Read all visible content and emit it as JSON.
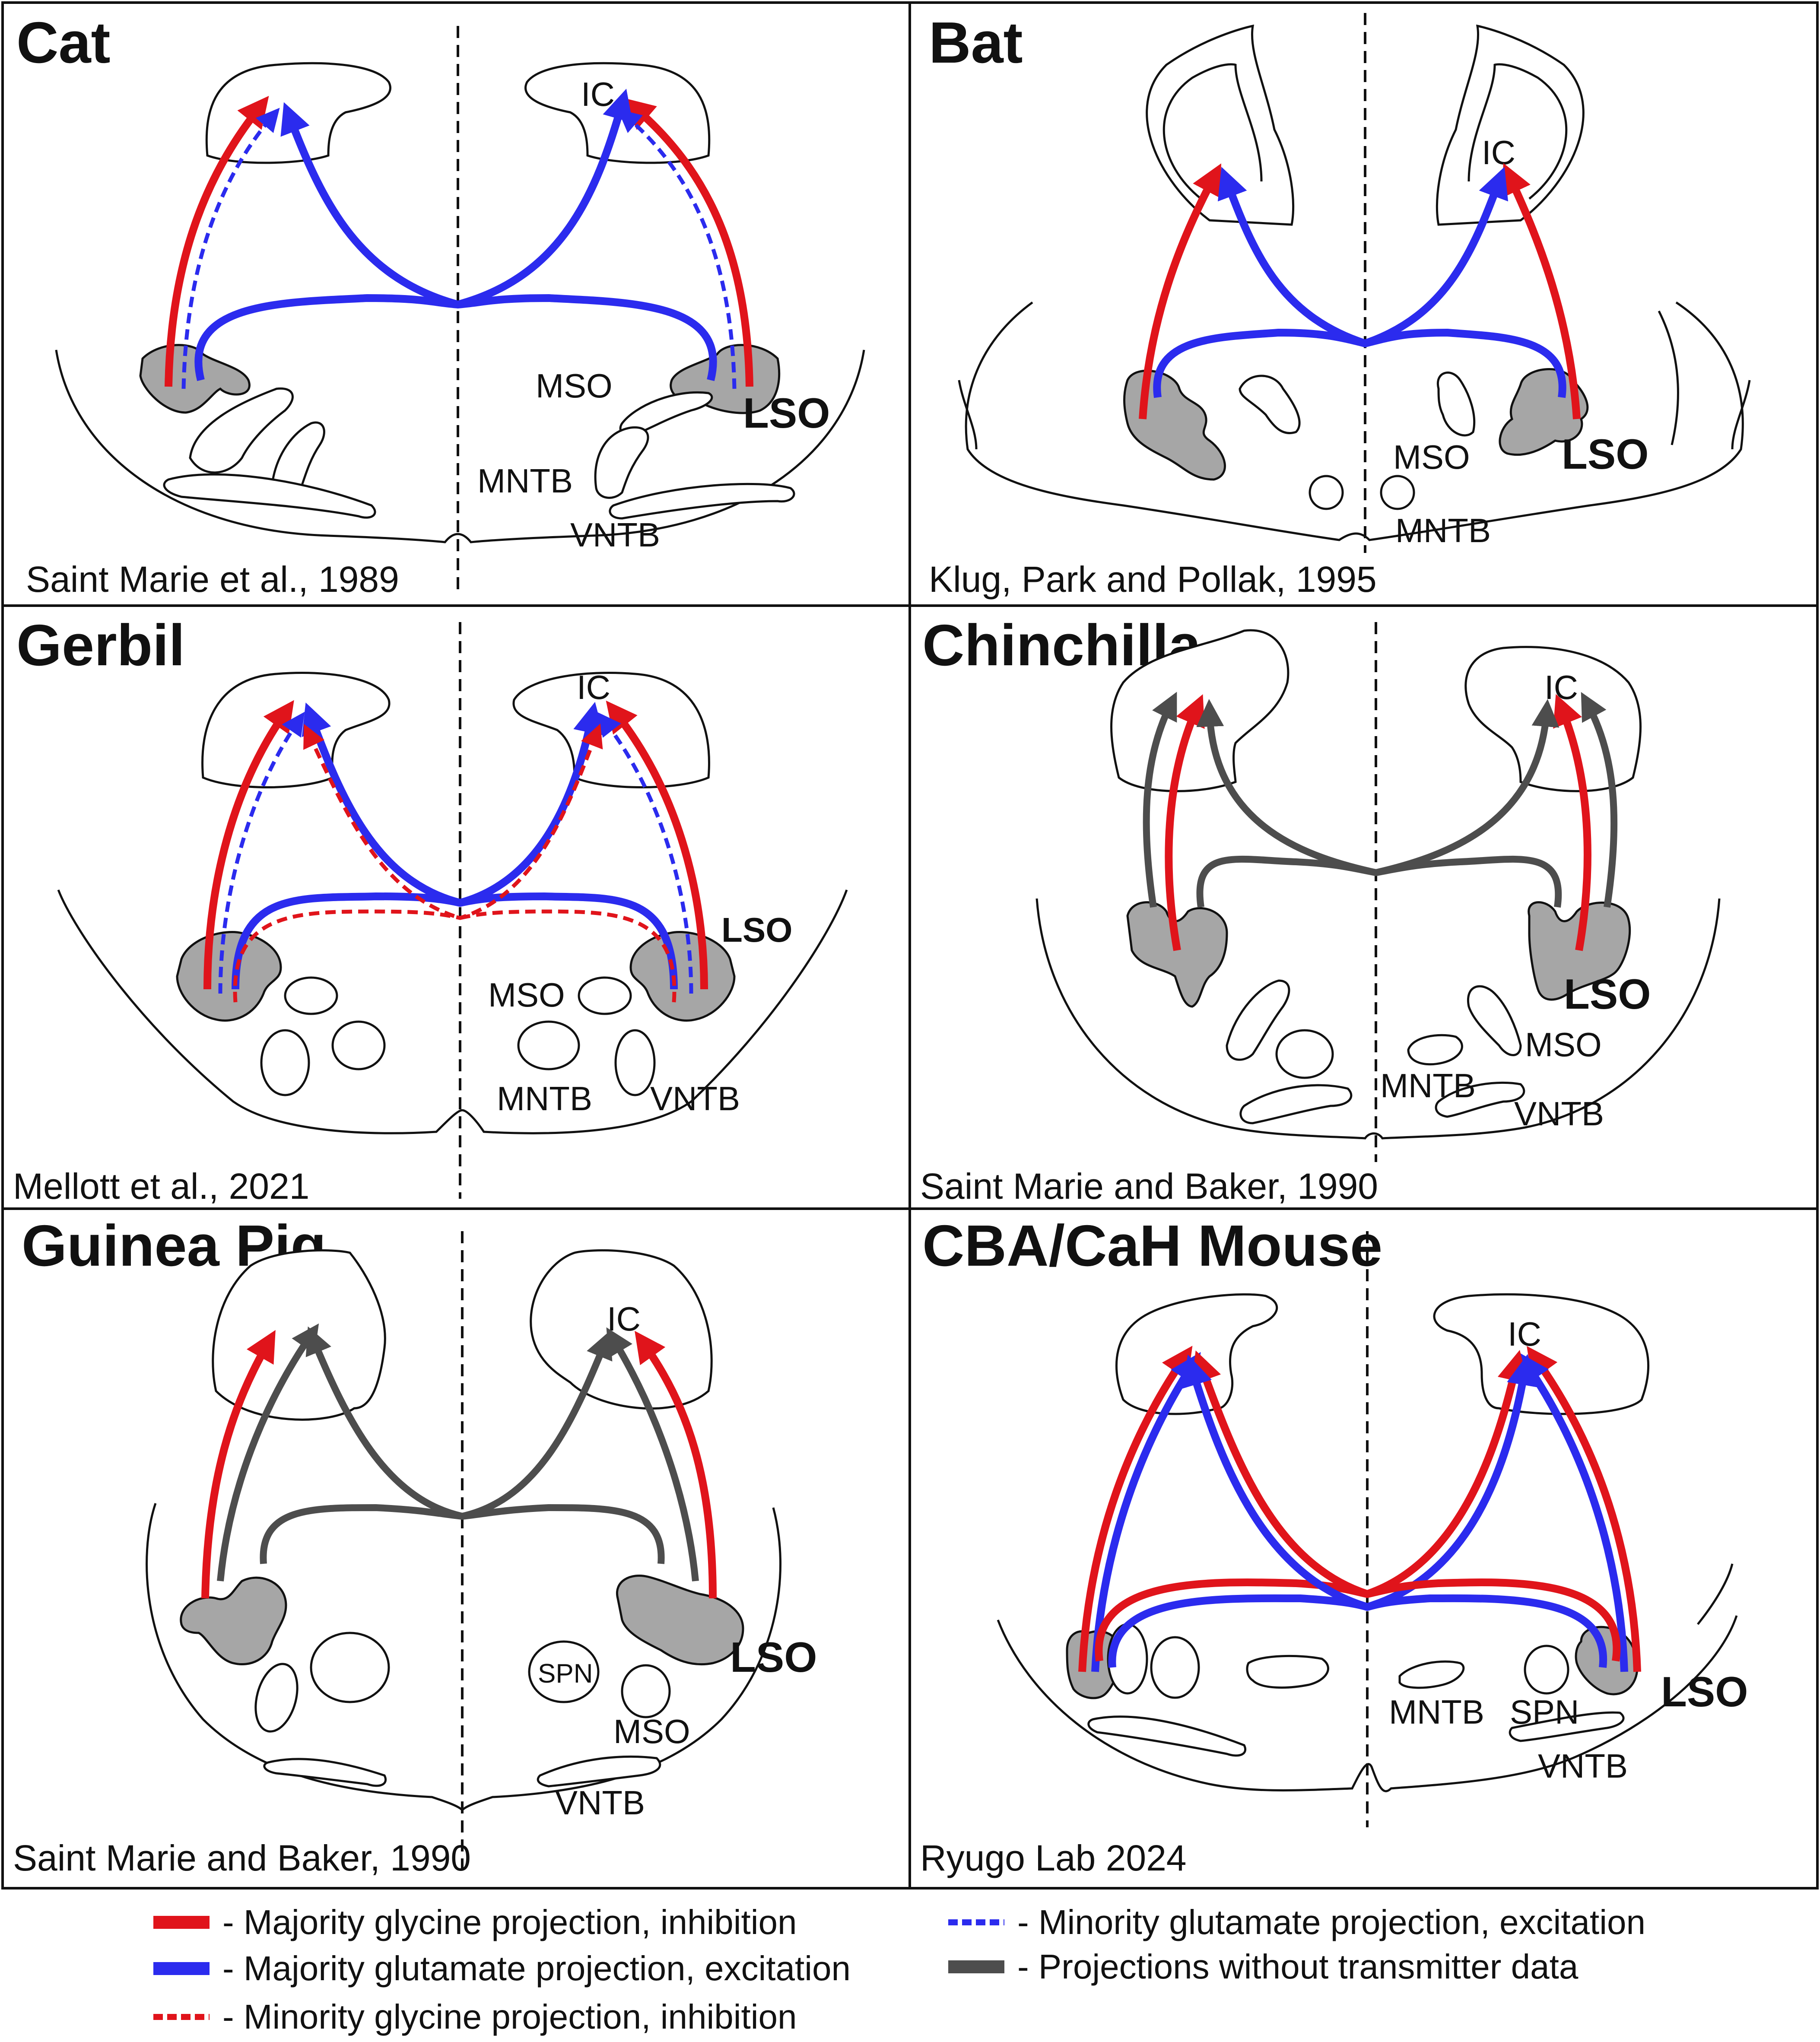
{
  "colors": {
    "glycine": "#e0141b",
    "glutamate": "#2b2bee",
    "no_data": "#4d4d4d",
    "lso_fill": "#a6a6a6"
  },
  "panels": [
    {
      "species": "Cat",
      "citation": "Saint Marie et al., 1989",
      "labels": {
        "ic": "IC",
        "mso": "MSO",
        "mntb": "MNTB",
        "vntb": "VNTB",
        "lso": "LSO"
      }
    },
    {
      "species": "Bat",
      "citation": "Klug, Park and Pollak, 1995",
      "labels": {
        "ic": "IC",
        "mso": "MSO",
        "mntb": "MNTB",
        "lso": "LSO"
      }
    },
    {
      "species": "Gerbil",
      "citation": "Mellott et al., 2021",
      "labels": {
        "ic": "IC",
        "mso": "MSO",
        "mntb": "MNTB",
        "vntb": "VNTB",
        "lso": "LSO"
      }
    },
    {
      "species": "Chinchilla",
      "citation": "Saint Marie and Baker, 1990",
      "labels": {
        "ic": "IC",
        "mso": "MSO",
        "mntb": "MNTB",
        "vntb": "VNTB",
        "lso": "LSO"
      }
    },
    {
      "species": "Guinea Pig",
      "citation": "Saint Marie and Baker, 1990",
      "labels": {
        "ic": "IC",
        "spn": "SPN",
        "mso": "MSO",
        "vntb": "VNTB",
        "lso": "LSO"
      }
    },
    {
      "species": "CBA/CaH Mouse",
      "citation": "Ryugo Lab 2024",
      "labels": {
        "ic": "IC",
        "mntb": "MNTB",
        "spn": "SPN",
        "vntb": "VNTB",
        "lso": "LSO"
      }
    }
  ],
  "legend": [
    {
      "label": "- Majority glycine projection, inhibition",
      "color": "#e0141b",
      "style": "solid"
    },
    {
      "label": "- Majority glutamate projection, excitation",
      "color": "#2b2bee",
      "style": "solid"
    },
    {
      "label": "- Minority glycine projection, inhibition",
      "color": "#e0141b",
      "style": "dashed"
    },
    {
      "label": "- Minority glutamate projection, excitation",
      "color": "#2b2bee",
      "style": "dashed"
    },
    {
      "label": "- Projections without transmitter data",
      "color": "#4d4d4d",
      "style": "solid"
    }
  ]
}
